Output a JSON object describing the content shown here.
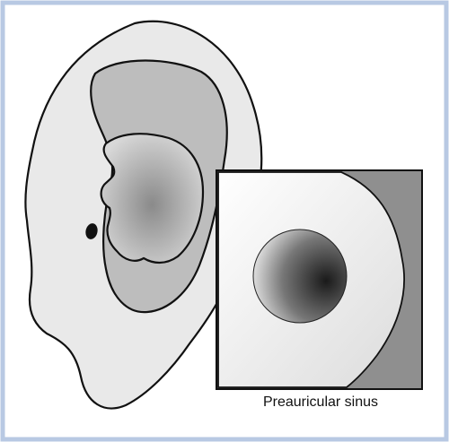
{
  "figure": {
    "caption": "Preauricular sinus",
    "colors": {
      "frame": "#b8c9e3",
      "ear_skin": "#e9e9e9",
      "ear_inner": "#bdbdbd",
      "concha_light": "#d4d4d4",
      "concha_dark": "#8a8a8a",
      "outline": "#111111",
      "inset_background": "#8f8f8f",
      "sinus_opening": "#1a1a1a"
    },
    "labels": {
      "main_view": "ear-with-preauricular-pit",
      "inset_view": "magnified-sinus-opening"
    }
  }
}
